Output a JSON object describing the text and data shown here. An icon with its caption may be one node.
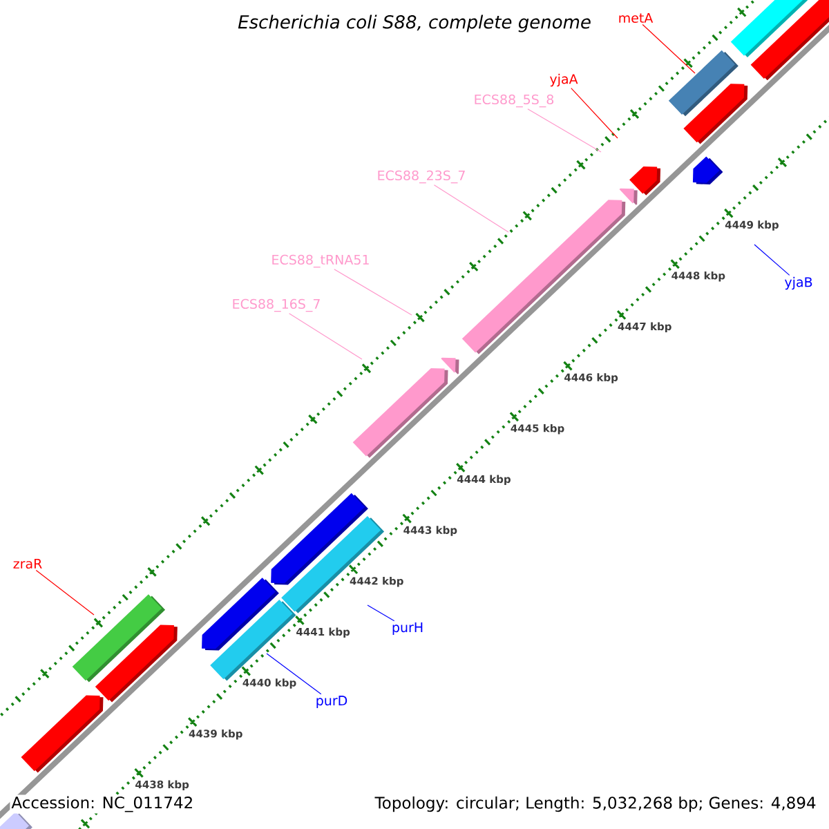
{
  "diagram": {
    "title": "Escherichia coli S88, complete genome",
    "nodes": [
      {
        "text": [
          "metA"
        ]
      },
      {
        "text": [
          "yjaA"
        ]
      },
      {
        "text": [
          "ECS88_5S_8"
        ]
      },
      {
        "text": [
          "ECS88_23S_7"
        ]
      },
      {
        "text": [
          "ECS88_tRNA51"
        ]
      },
      {
        "text": [
          "ECS88_16S_7"
        ]
      },
      {
        "text": [
          "yjaB"
        ]
      },
      {
        "text": [
          "zraR"
        ]
      },
      {
        "text": [
          "purH"
        ]
      },
      {
        "text": [
          "purD"
        ]
      }
    ],
    "edges": [
      {
        "from": 0,
        "to": null,
        "arrow": "none",
        "color": "#ff0000"
      },
      {
        "from": 1,
        "to": null,
        "arrow": "none",
        "color": "#ff0000"
      },
      {
        "from": 2,
        "to": null,
        "arrow": "none",
        "color": "#ff99cc"
      },
      {
        "from": 3,
        "to": null,
        "arrow": "none",
        "color": "#ff99cc"
      },
      {
        "from": 4,
        "to": null,
        "arrow": "none",
        "color": "#ff99cc"
      },
      {
        "from": 5,
        "to": null,
        "arrow": "none",
        "color": "#ff99cc"
      },
      {
        "from": 6,
        "to": null,
        "arrow": "none",
        "color": "#0000ff"
      },
      {
        "from": 7,
        "to": null,
        "arrow": "none",
        "color": "#ff0000"
      },
      {
        "from": 8,
        "to": null,
        "arrow": "none",
        "color": "#0000ff"
      },
      {
        "from": 9,
        "to": null,
        "arrow": "none",
        "color": "#0000ff"
      }
    ],
    "labels": [
      "4438 kbp",
      "4439 kbp",
      "4440 kbp",
      "4441 kbp",
      "4442 kbp",
      "4443 kbp",
      "4444 kbp",
      "4445 kbp",
      "4446 kbp",
      "4447 kbp",
      "4448 kbp",
      "4449 kbp",
      "Accession: NC_011742",
      "Topology: circular; Length: 5,032,268 bp; Genes: 4,894"
    ]
  }
}
